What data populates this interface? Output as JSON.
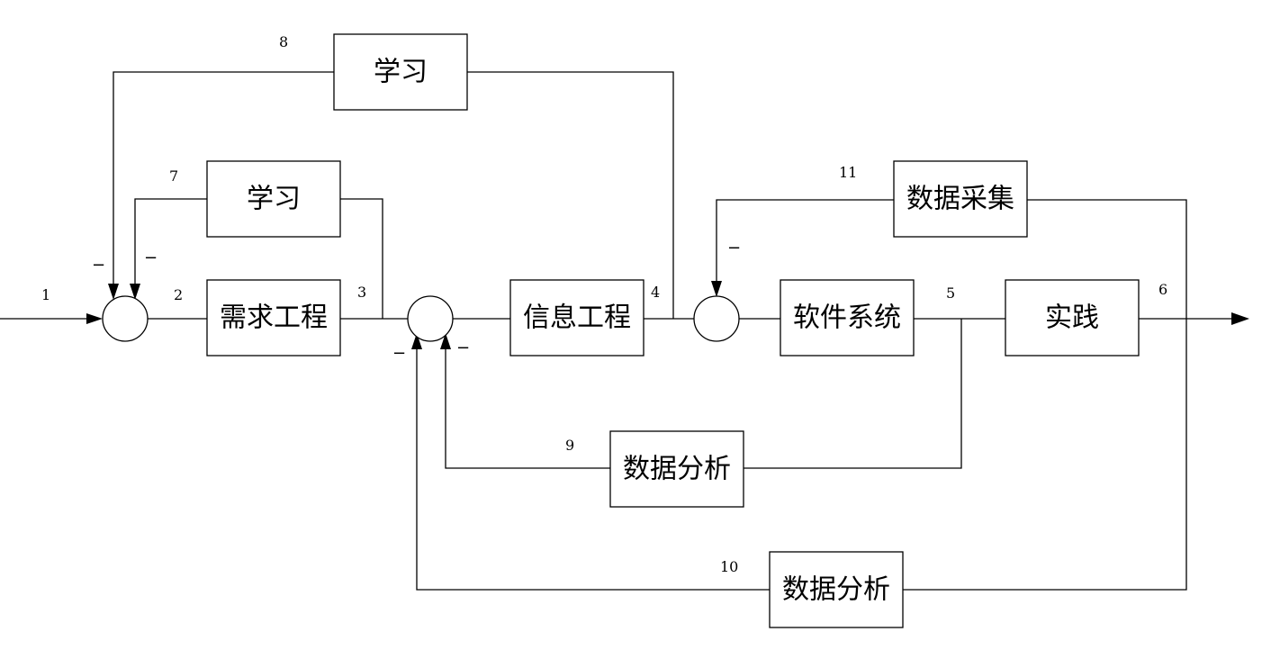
{
  "blocks": {
    "xuexi_top": "学习",
    "xuexi_mid": "学习",
    "xuqiu_gongcheng": "需求工程",
    "xinxi_gongcheng": "信息工程",
    "ruanjian_xitong": "软件系统",
    "shijian": "实践",
    "shuju_caiji": "数据采集",
    "shuju_fenxi_9": "数据分析",
    "shuju_fenxi_10": "数据分析"
  },
  "signals": {
    "s1": "1",
    "s2": "2",
    "s3": "3",
    "s4": "4",
    "s5": "5",
    "s6": "6",
    "s7": "7",
    "s8": "8",
    "s9": "9",
    "s10": "10",
    "s11": "11"
  },
  "signs": {
    "sum1_top_outer": "−",
    "sum1_top_inner": "−",
    "sum2_left": "−",
    "sum2_right": "−",
    "sum3_top": "−"
  }
}
